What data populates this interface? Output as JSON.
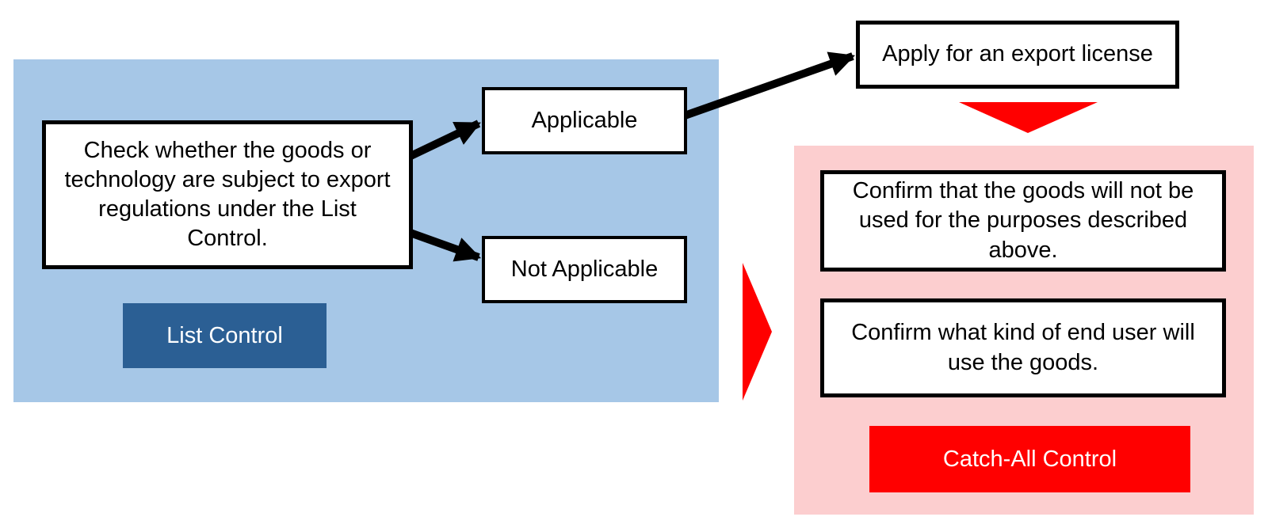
{
  "diagram": {
    "list_control": {
      "check_box_text": "Check whether the goods or technology are subject to export regulations under the List Control.",
      "applicable_label": "Applicable",
      "not_applicable_label": "Not Applicable",
      "region_label": "List Control"
    },
    "apply_license_label": "Apply for an export license",
    "catch_all": {
      "confirm_purpose_text": "Confirm that the goods will not be used for the purposes described above.",
      "confirm_end_user_text": "Confirm what kind of end user will use the goods.",
      "region_label": "Catch-All Control"
    },
    "icons": {
      "black_arrows": "arrow-right-icon",
      "red_down_arrow": "triangle-down-icon",
      "red_right_arrow": "triangle-right-icon"
    }
  },
  "colors": {
    "list_region_bg": "#A6C7E7",
    "list_label_bg": "#2B5F94",
    "catch_region_bg": "#FCCECF",
    "accent_red": "#FF0000",
    "node_bg": "#FFFFFF",
    "node_border": "#000000",
    "label_text": "#FFFFFF",
    "arrow_black": "#000000"
  }
}
